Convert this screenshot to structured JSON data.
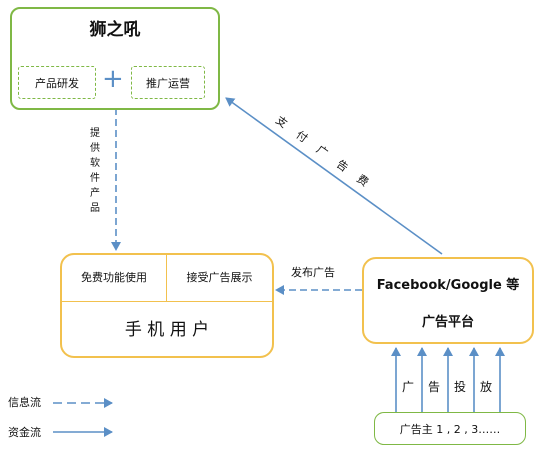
{
  "company": {
    "name": "狮之吼",
    "left_module": "产品研发",
    "plus": "+",
    "right_module": "推广运营"
  },
  "provide_software": [
    "提",
    "供",
    "软",
    "件",
    "产",
    "品"
  ],
  "users": {
    "left_cell": "免费功能使用",
    "right_cell": "接受广告展示",
    "title": "手 机 用 户"
  },
  "platform": {
    "line1": "Facebook/Google 等",
    "line2": "广告平台"
  },
  "publish_ad": "发布广告",
  "pay_ad_fee": [
    "支",
    "付",
    "广",
    "告",
    "费"
  ],
  "ad_delivery": [
    "广",
    "告",
    "投",
    "放"
  ],
  "advertisers": "广告主 1 , 2 , 3……",
  "legend": {
    "info_flow": "信息流",
    "money_flow": "资金流"
  },
  "colors": {
    "green": "#7fb845",
    "yellow": "#f2c14e",
    "arrow_blue": "#5b8fc6"
  }
}
